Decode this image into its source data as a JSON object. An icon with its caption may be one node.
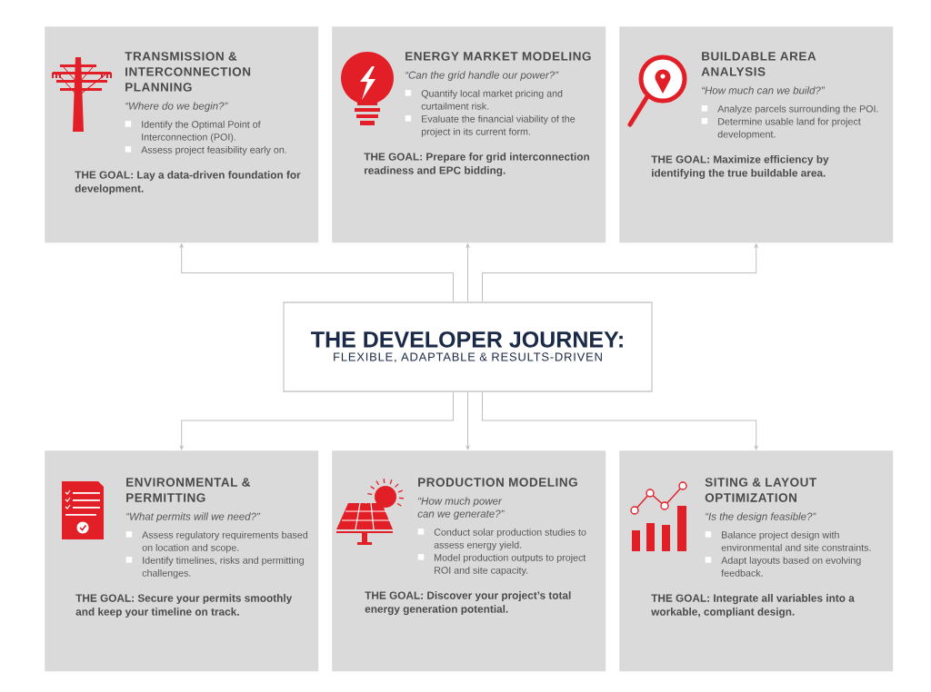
{
  "diagram": {
    "nodes": [
      {
        "text": [
          "THE DEVELOPER JOURNEY:",
          "FLEXIBLE, ADAPTABLE & RESULTS-DRIVEN"
        ]
      },
      {
        "text": [
          "TRANSMISSION & INTERCONNECTION PLANNING",
          "“Where do we begin?”",
          "Identify the Optimal Point of Interconnection (POI).",
          "Assess project feasibility early on.",
          "THE GOAL: Lay a data-driven foundation for development."
        ]
      },
      {
        "text": [
          "ENERGY MARKET MODELING",
          "“Can the grid handle our power?”",
          "Quantify local market pricing and curtailment risk.",
          "Evaluate the financial viability of the project in its current form.",
          "THE GOAL: Prepare for grid interconnection readiness and EPC bidding."
        ]
      },
      {
        "text": [
          "BUILDABLE AREA ANALYSIS",
          "“How much can we build?”",
          "Analyze parcels surrounding the POI.",
          "Determine usable land for project development.",
          "THE GOAL: Maximize efficiency by identifying the true buildable area."
        ]
      },
      {
        "text": [
          "ENVIRONMENTAL & PERMITTING",
          "“What permits will we need?”",
          "Assess regulatory requirements based on location and scope.",
          "Identify timelines, risks and permitting challenges.",
          "THE GOAL: Secure your permits smoothly and keep your timeline on track."
        ]
      },
      {
        "text": [
          "PRODUCTION MODELING",
          "“How much power can we generate?”",
          "Conduct solar production studies to assess energy yield.",
          "Model production outputs to project ROI and site capacity.",
          "THE GOAL: Discover your project’s total energy generation potential."
        ]
      },
      {
        "text": [
          "SITING & LAYOUT OPTIMIZATION",
          "“Is the design feasible?”",
          "Balance project design with environmental and site constraints.",
          "Adapt layouts based on evolving feedback.",
          "THE GOAL: Integrate all variables into a workable, compliant design."
        ]
      }
    ],
    "edges": [
      {
        "from": 0,
        "to": 1,
        "arrow": "to"
      },
      {
        "from": 0,
        "to": 2,
        "arrow": "to"
      },
      {
        "from": 0,
        "to": 3,
        "arrow": "to"
      },
      {
        "from": 0,
        "to": 4,
        "arrow": "to"
      },
      {
        "from": 0,
        "to": 5,
        "arrow": "to"
      },
      {
        "from": 0,
        "to": 6,
        "arrow": "to"
      }
    ]
  }
}
